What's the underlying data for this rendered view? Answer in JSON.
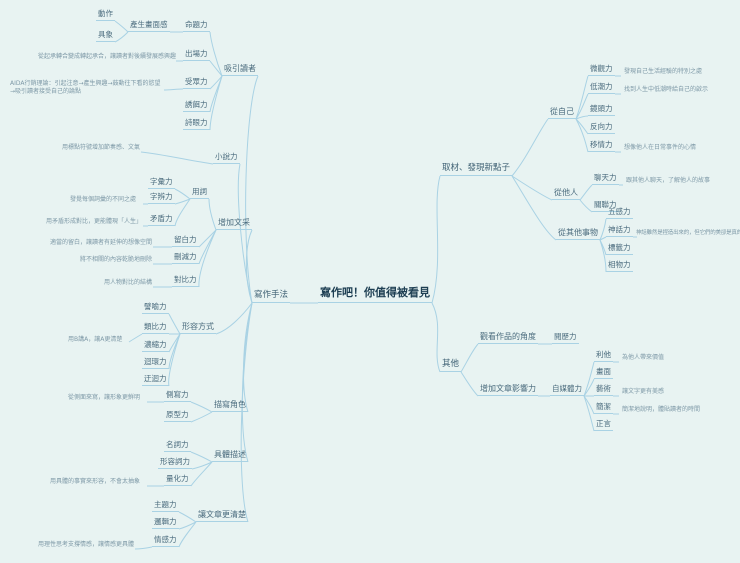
{
  "title": "寫作吧！你值得被看見",
  "colors": {
    "background": "#e8f3f2",
    "line": "#a9d2e4",
    "node_text": "#4a6b7d",
    "caption_text": "#7e99a7",
    "title_text": "#1d3e52"
  },
  "left": {
    "label": "寫作手法",
    "attract": {
      "label": "吸引讀者",
      "titling": "命題力",
      "visual": "產生畫面感",
      "action": "動作",
      "concrete": "具象",
      "opening": "出場力",
      "opening_note": "從起承轉合變成轉起承合，讓讀者對後續發展感興趣",
      "audience": "受眾力",
      "audience_note": "AIDA行銷理論：引起注意→產生興趣→鼓動往下看的慾望→吸引讀者接受自己的論點",
      "bait": "誘餌力",
      "poetic_eye": "詩眼力"
    },
    "novel": {
      "label": "小說力",
      "note": "用標點符號增加節奏感、文氣"
    },
    "style": {
      "label": "增加文采",
      "diction": {
        "label": "用詞",
        "vocabulary": "字彙力",
        "discern": "字辨力",
        "discern_note": "發覺每個詞彙的不同之處",
        "paradox": "矛盾力",
        "paradox_note": "用矛盾形成對比，更能體現「人生」"
      },
      "blank": "留白力",
      "blank_note": "適當的留白，讓讀者有延伸的想像空間",
      "trim": "刪減力",
      "trim_note": "將不相關的內容乾脆地刪除",
      "contrast": "對比力",
      "contrast_note": "用人物對比的結構"
    },
    "figurative": {
      "label": "形容方式",
      "metaphor": "譬喻力",
      "analogy": "類比力",
      "analogy_note": "用B講A，讓A更清楚",
      "condense": "濃縮力",
      "loop": "迴環力",
      "detour": "迂迴力"
    },
    "character": {
      "label": "描寫角色",
      "profile": "側寫力",
      "profile_note": "從側面來寫，讓形象更鮮明",
      "prototype": "原型力"
    },
    "concrete_desc": {
      "label": "具體描述",
      "noun": "名詞力",
      "adjective": "形容詞力",
      "quantify": "量化力",
      "quantify_note": "用具體的事實來形容，不會太抽象"
    },
    "clarity": {
      "label": "讓文章更清楚",
      "theme": "主題力",
      "logic": "邏輯力",
      "emotion": "情感力",
      "emotion_note": "用理性思考支撐情感，讓情感更具體"
    }
  },
  "material": {
    "label": "取材、發現新點子",
    "from_self": {
      "label": "從自己",
      "micro": "微觀力",
      "micro_note": "發現自己生活經驗的特別之處",
      "low_tide": "低潮力",
      "low_tide_note": "找到人生中低潮時給自己的啟示",
      "lens": "鏡頭力",
      "reverse": "反向力",
      "empathy": "移情力",
      "empathy_note": "想像他人在日常事件的心情"
    },
    "from_others": {
      "label": "從他人",
      "chat": "聊天力",
      "chat_note": "跟其他人聊天，了解他人的故事",
      "relate": "關聯力"
    },
    "from_things": {
      "label": "從其他事物",
      "senses": "五感力",
      "myth": "神話力",
      "myth_note": "神話雖然是捏造出來的，但它們的美卻是真的",
      "tag": "標籤力",
      "object": "相物力"
    }
  },
  "others": {
    "label": "其他",
    "viewpoint": {
      "label": "觀看作品的角度",
      "experience": "閱歷力"
    },
    "influence": {
      "label": "增加文章影響力",
      "self_media": "自媒體力",
      "altruism": "利他",
      "altruism_note": "為他人帶來價值",
      "picture": "畫面",
      "art": "藝術",
      "art_note": "讓文字更有美感",
      "concise": "簡潔",
      "concise_note": "簡潔地說明，體貼讀者的時間",
      "upright": "正言"
    }
  }
}
